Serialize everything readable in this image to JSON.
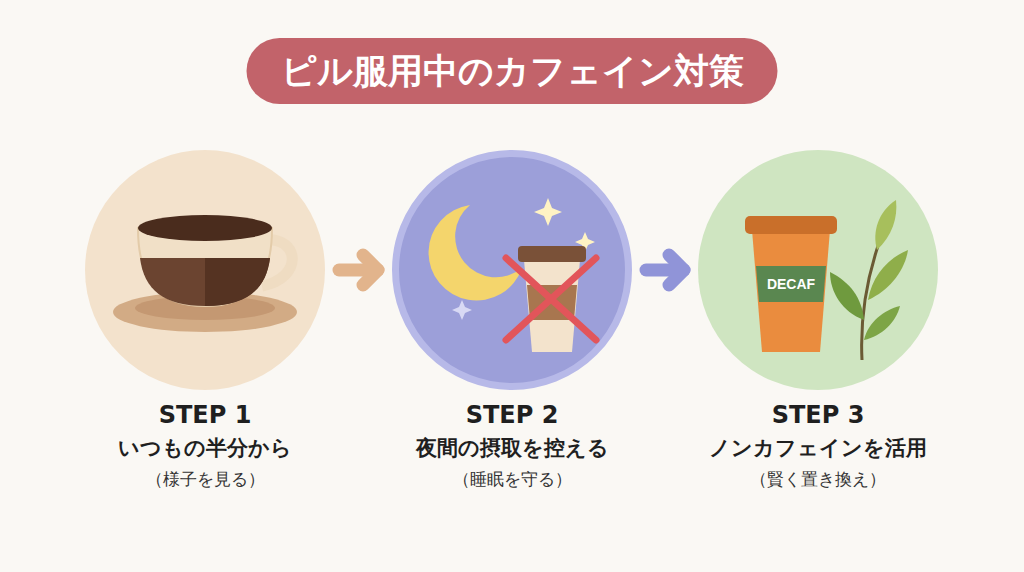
{
  "diagram": {
    "title": "ピル服用中のカフェイン対策",
    "nodes": [
      {
        "text": [
          "STEP 1",
          "いつもの半分から",
          "（様子を見る）"
        ]
      },
      {
        "text": [
          "STEP 2",
          "夜間の摂取を控える",
          "（睡眠を守る）"
        ]
      },
      {
        "text": [
          "STEP 3",
          "ノンカフェインを活用",
          "（賢く置き換え）"
        ]
      }
    ],
    "edges": [
      {
        "from": 0,
        "to": 1,
        "arrow": "to"
      },
      {
        "from": 1,
        "to": 2,
        "arrow": "to"
      }
    ],
    "labels": [
      "DECAF"
    ]
  }
}
